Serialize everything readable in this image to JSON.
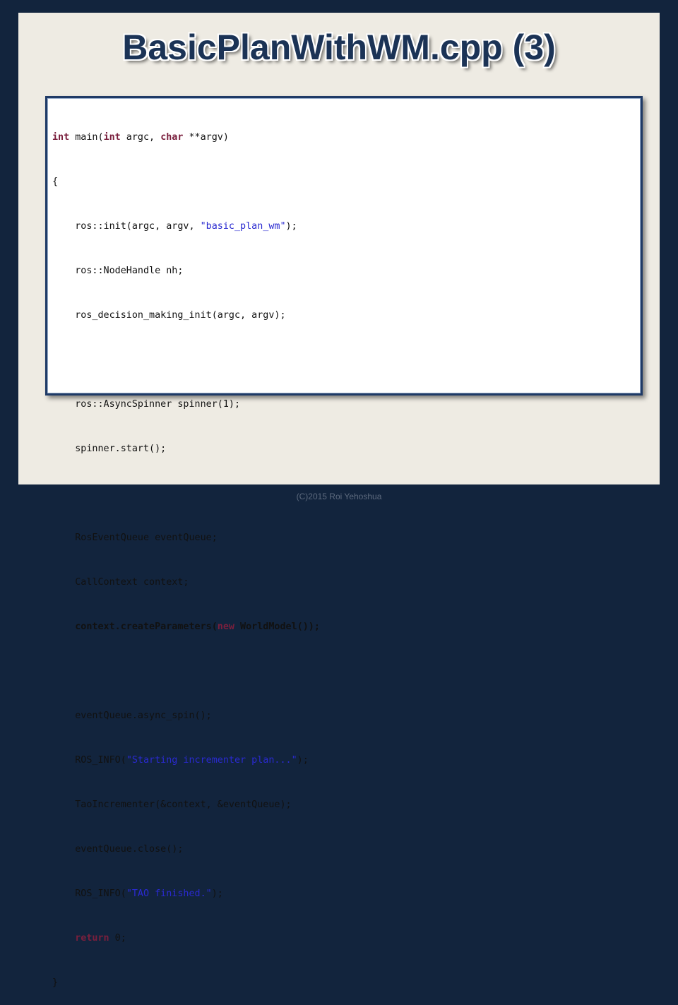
{
  "slide": {
    "title": "BasicPlanWithWM.cpp  (3)",
    "footer": "(C)2015 Roi Yehoshua"
  },
  "code": {
    "l1_kw1": "int",
    "l1_a": " main(",
    "l1_kw2": "int",
    "l1_b": " argc, ",
    "l1_kw3": "char",
    "l1_c": " **argv)",
    "l2": "{",
    "l3_a": "    ros::init(argc, argv, ",
    "l3_str": "\"basic_plan_wm\"",
    "l3_b": ");",
    "l4": "    ros::NodeHandle nh;",
    "l5": "    ros_decision_making_init(argc, argv);",
    "l6": "",
    "l7": "    ros::AsyncSpinner spinner(1);",
    "l8": "    spinner.start();",
    "l9": "",
    "l10": "    RosEventQueue eventQueue;",
    "l11": "    CallContext context;",
    "l12_a": "    context.createParameters(",
    "l12_kw": "new",
    "l12_b": " WorldModel());",
    "l13": "",
    "l14": "    eventQueue.async_spin();",
    "l15_a": "    ROS_INFO(",
    "l15_str": "\"Starting incrementer plan...\"",
    "l15_b": ");",
    "l16": "    TaoIncrementer(&context, &eventQueue);",
    "l17": "    eventQueue.close();",
    "l18_a": "    ROS_INFO(",
    "l18_str": "\"TAO finished.\"",
    "l18_b": ");",
    "l19_indent": "    ",
    "l19_kw": "return",
    "l19_b": " 0;",
    "l20": "}"
  }
}
